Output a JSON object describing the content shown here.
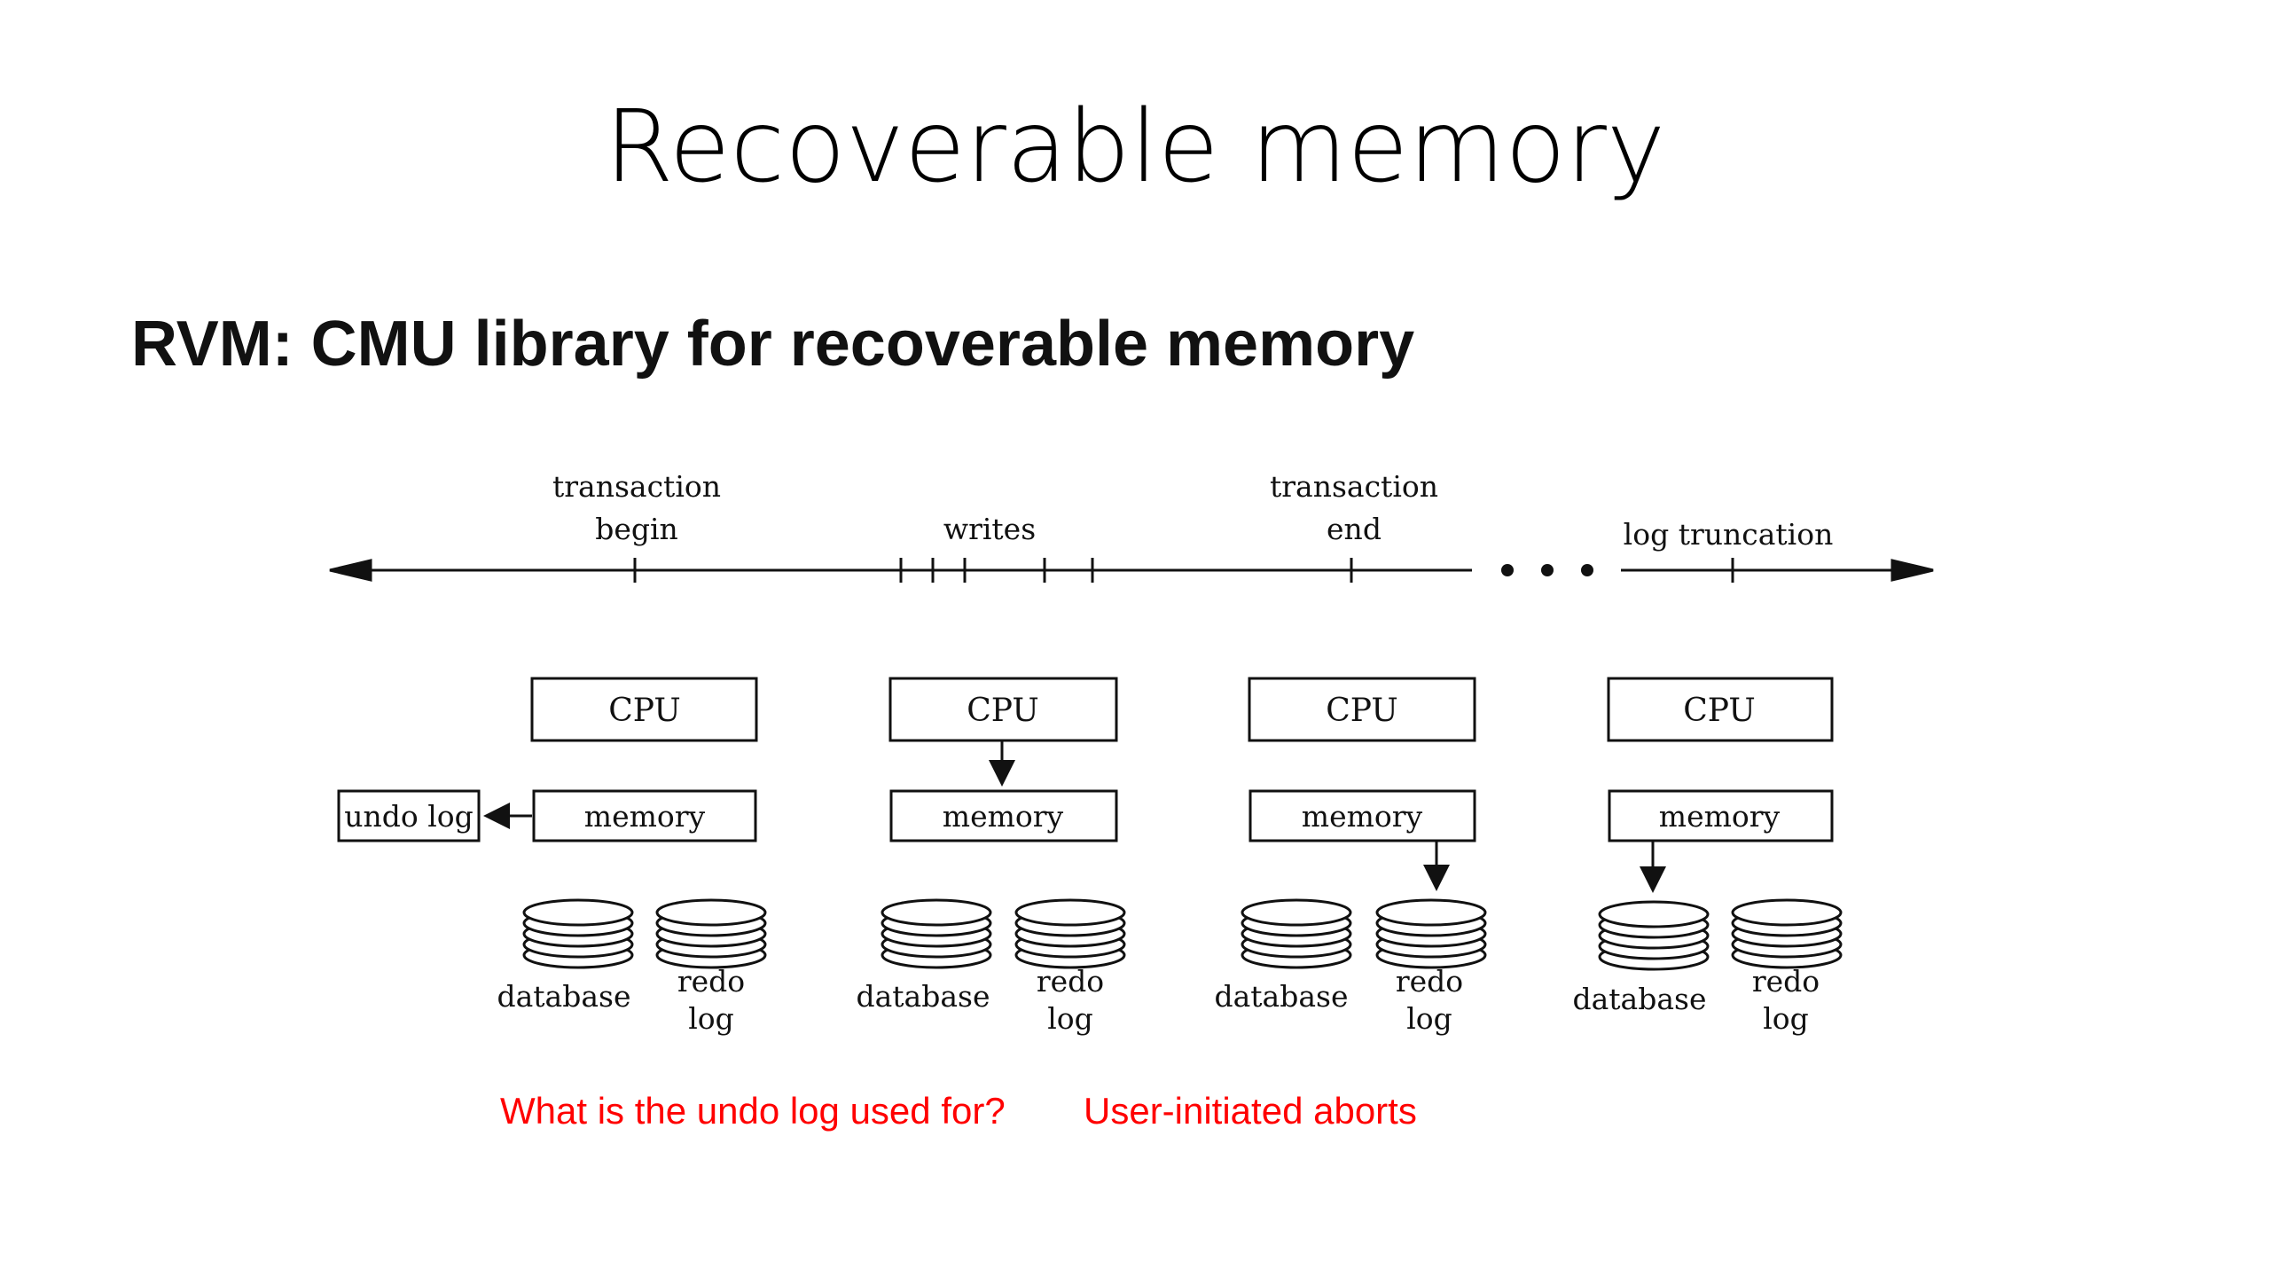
{
  "slide": {
    "title": "Recoverable memory",
    "subtitle": "RVM: CMU library for recoverable memory",
    "question": "What is the undo log used for?",
    "answer": "User-initiated aborts"
  },
  "timeline": {
    "labels": {
      "begin_line1": "transaction",
      "begin_line2": "begin",
      "writes": "writes",
      "end_line1": "transaction",
      "end_line2": "end",
      "truncation": "log truncation"
    }
  },
  "stages": [
    {
      "cpu": "CPU",
      "memory": "memory",
      "database": "database",
      "redo_line1": "redo",
      "redo_line2": "log",
      "undo_log": "undo log"
    },
    {
      "cpu": "CPU",
      "memory": "memory",
      "database": "database",
      "redo_line1": "redo",
      "redo_line2": "log"
    },
    {
      "cpu": "CPU",
      "memory": "memory",
      "database": "database",
      "redo_line1": "redo",
      "redo_line2": "log"
    },
    {
      "cpu": "CPU",
      "memory": "memory",
      "database": "database",
      "redo_line1": "redo",
      "redo_line2": "log"
    }
  ],
  "colors": {
    "question": "#ff0000",
    "answer": "#ff0000",
    "diagram": "#111111"
  }
}
